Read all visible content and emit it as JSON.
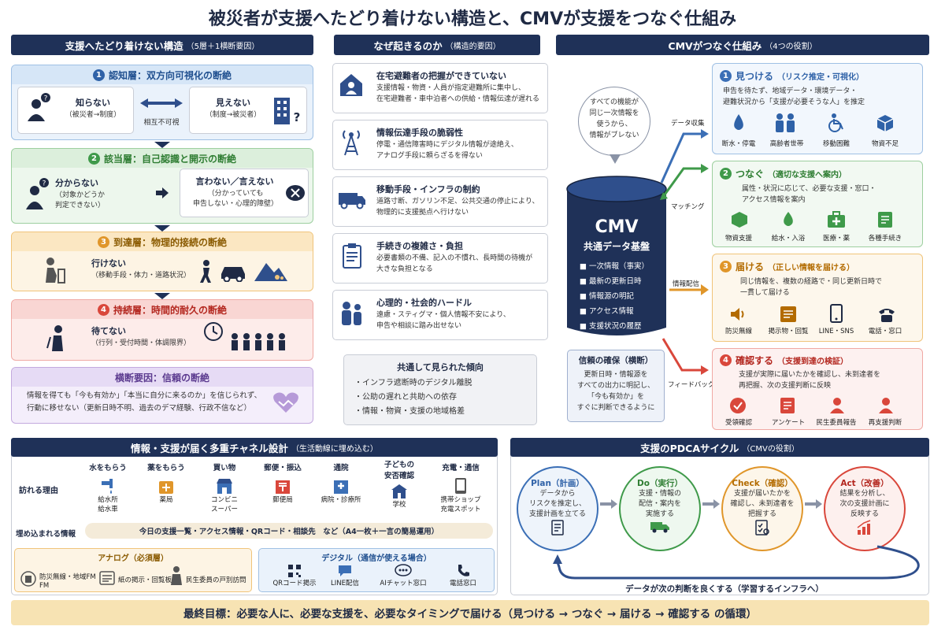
{
  "title": "被災者が支援へたどり着けない構造と、CMVが支援をつなぐ仕組み",
  "col1": {
    "header": "支援へたどり着けない構造",
    "header_sub": "（5層＋1横断要因）",
    "layers": [
      {
        "num": "1",
        "title": "認知層：双方向可視化の断絶",
        "left_title": "知らない",
        "left_sub": "（被災者→制度）",
        "mid_label": "相互不可視",
        "right_title": "見えない",
        "right_sub": "（制度→被災者）"
      },
      {
        "num": "2",
        "title": "該当層：自己認識と開示の断絶",
        "left_title": "分からない",
        "left_sub1": "（対象かどうか",
        "left_sub2": "判定できない）",
        "right_title": "言わない／言えない",
        "right_sub1": "（分かっていても",
        "right_sub2": "申告しない・心理的障壁）"
      },
      {
        "num": "3",
        "title": "到達層：物理的接続の断絶",
        "main": "行けない",
        "sub": "（移動手段・体力・道路状況）"
      },
      {
        "num": "4",
        "title": "持続層：時間的耐久の断絶",
        "main": "待てない",
        "sub": "（行列・受付時間・体調限界）"
      }
    ],
    "cross": {
      "title": "横断要因：信頼の断絶",
      "line1": "情報を得ても「今も有効か」「本当に自分に来るのか」を信じられず、",
      "line2": "行動に移せない（更新日時不明、過去のデマ経験、行政不信など）"
    }
  },
  "col2": {
    "header": "なぜ起きるのか",
    "header_sub": "（構造的要因）",
    "items": [
      {
        "title": "在宅避難者の把握ができていない",
        "l1": "支援情報・物資・人員が指定避難所に集中し、",
        "l2": "在宅避難者・車中泊者への供給・情報伝達が遅れる",
        "icon": "house-person-icon"
      },
      {
        "title": "情報伝達手段の脆弱性",
        "l1": "停電・通信障害時にデジタル情報が途絶え、",
        "l2": "アナログ手段に頼らざるを得ない",
        "icon": "antenna-icon"
      },
      {
        "title": "移動手段・インフラの制約",
        "l1": "道路寸断、ガソリン不足、公共交通の停止により、",
        "l2": "物理的に支援拠点へ行けない",
        "icon": "car-icon"
      },
      {
        "title": "手続きの複雑さ・負担",
        "l1": "必要書類の不備、記入の不慣れ、長時間の待機が",
        "l2": "大きな負担となる",
        "icon": "clipboard-icon"
      },
      {
        "title": "心理的・社会的ハードル",
        "l1": "遠慮・スティグマ・個人情報不安により、",
        "l2": "申告や相談に踏み出せない",
        "icon": "people-icon"
      }
    ],
    "trend": {
      "title": "共通して見られた傾向",
      "items": [
        "・インフラ遮断時のデジタル離脱",
        "・公助の遅れと共助への依存",
        "・情報・物資・支援の地域格差"
      ]
    }
  },
  "col3": {
    "header": "CMVがつなぐ仕組み",
    "header_sub": "（4つの役割）",
    "bubble": [
      "すべての機能が",
      "同じ一次情報を",
      "使うから、",
      "情報がブレない"
    ],
    "db_title": "CMV",
    "db_sub": "共通データ基盤",
    "db_items": [
      "一次情報（事実）",
      "最新の更新日時",
      "情報源の明記",
      "アクセス情報",
      "支援状況の履歴"
    ],
    "trust": {
      "title": "信頼の確保（横断）",
      "lines": [
        "更新日時・情報源を",
        "すべての出力に明記し、",
        "「今も有効か」を",
        "すぐに判断できるように"
      ]
    },
    "arrows": [
      "データ収集",
      "マッチング",
      "情報配信",
      "フィードバック"
    ],
    "cards": [
      {
        "num": "1",
        "title": "見つける",
        "title_sub": "（リスク推定・可視化）",
        "l1": "申告を待たず、地域データ・環境データ・",
        "l2": "避難状況から「支援が必要そうな人」を推定",
        "icons": [
          "断水・停電",
          "高齢者世帯",
          "移動困難",
          "物資不足"
        ]
      },
      {
        "num": "2",
        "title": "つなぐ",
        "title_sub": "（適切な支援へ案内）",
        "l1": "属性・状況に応じて、必要な支援・窓口・",
        "l2": "アクセス情報を案内",
        "icons": [
          "物資支援",
          "給水・入浴",
          "医療・薬",
          "各種手続き"
        ]
      },
      {
        "num": "3",
        "title": "届ける",
        "title_sub": "（正しい情報を届ける）",
        "l1": "同じ情報を、複数の経路で・同じ更新日時で",
        "l2": "一貫して届ける",
        "icons": [
          "防災無線",
          "掲示物・回覧",
          "LINE・SNS",
          "電話・窓口"
        ]
      },
      {
        "num": "4",
        "title": "確認する",
        "title_sub": "（支援到達の検証）",
        "l1": "支援が実際に届いたかを確認し、未到達者を",
        "l2": "再把握、次の支援判断に反映",
        "icons": [
          "受領確認",
          "アンケート",
          "民生委員報告",
          "再支援判断"
        ]
      }
    ]
  },
  "channel": {
    "header": "情報・支援が届く多重チャネル設計",
    "header_sub": "（生活動線に埋め込む）",
    "row_label": "訪れる理由",
    "embed_label": "埋め込まれる情報",
    "embed_text": "今日の支援一覧・アクセス情報・QRコード・相談先　など（A4一枚＋一言の簡易運用）",
    "cols": [
      {
        "top": "水をもらう",
        "b1": "給水所",
        "b2": "給水車"
      },
      {
        "top": "薬をもらう",
        "b1": "薬局",
        "b2": ""
      },
      {
        "top": "買い物",
        "b1": "コンビニ",
        "b2": "スーパー"
      },
      {
        "top": "郵便・振込",
        "b1": "郵便局",
        "b2": ""
      },
      {
        "top": "通院",
        "b1": "病院・診療所",
        "b2": ""
      },
      {
        "top": "子どもの",
        "top2": "安否確認",
        "b1": "学校",
        "b2": ""
      },
      {
        "top": "充電・通信",
        "b1": "携帯ショップ",
        "b2": "充電スポット"
      }
    ],
    "analog": {
      "title": "アナログ（必須層）",
      "items": [
        "防災無線・地域FM",
        "FM",
        "紙の掲示・回覧板",
        "民生委員の戸別訪問"
      ]
    },
    "digital": {
      "title": "デジタル（通信が使える場合）",
      "items": [
        "QRコード掲示",
        "LINE配信",
        "AIチャット窓口",
        "電話窓口"
      ]
    }
  },
  "pdca": {
    "header": "支援のPDCAサイクル",
    "header_sub": "（CMVの役割）",
    "steps": [
      {
        "title": "Plan（計画）",
        "l1": "データから",
        "l2": "リスクを推定し、",
        "l3": "支援計画を立てる",
        "color": "#3b6fb6"
      },
      {
        "title": "Do（実行）",
        "l1": "支援・情報の",
        "l2": "配信・案内を",
        "l3": "実施する",
        "color": "#3f9a4a"
      },
      {
        "title": "Check（確認）",
        "l1": "支援が届いたかを",
        "l2": "確認し、未到達者を",
        "l3": "把握する",
        "color": "#e0962a"
      },
      {
        "title": "Act（改善）",
        "l1": "結果を分析し、",
        "l2": "次の支援計画に",
        "l3": "反映する",
        "color": "#d9473b"
      }
    ],
    "loop_label": "データが次の判断を良くする（学習するインフラへ）"
  },
  "goal": "最終目標：必要な人に、必要な支援を、必要なタイミングで届ける（見つける → つなぐ → 届ける → 確認する の循環）"
}
